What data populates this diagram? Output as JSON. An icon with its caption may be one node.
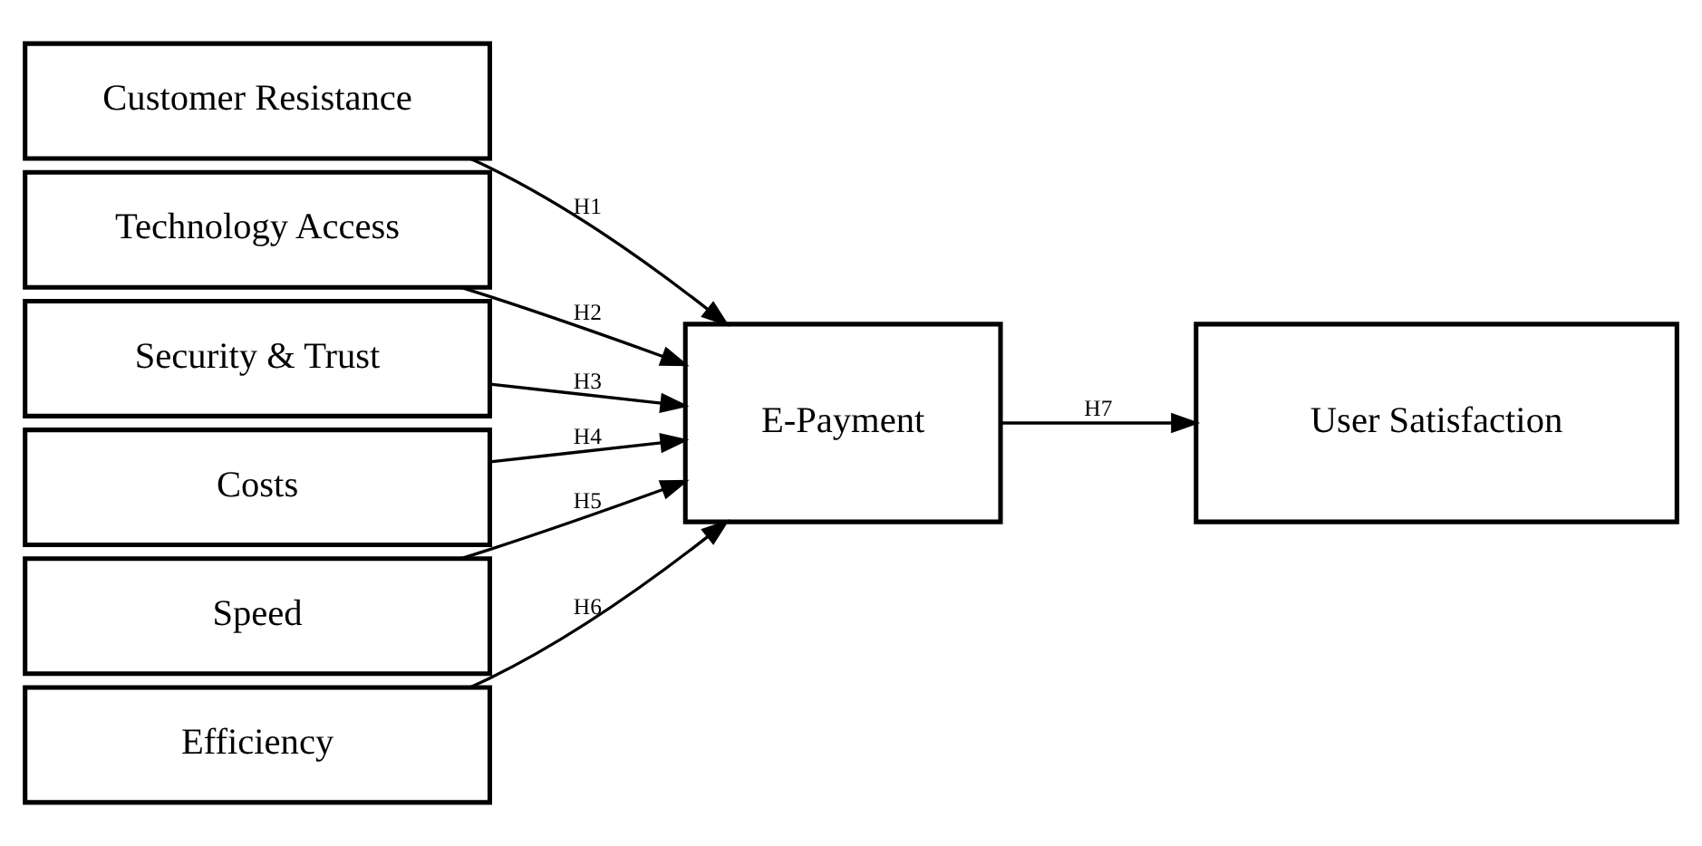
{
  "diagram": {
    "nodes": [
      {
        "text": [
          "Customer Resistance"
        ]
      },
      {
        "text": [
          "Technology Access"
        ]
      },
      {
        "text": [
          "Security & Trust"
        ]
      },
      {
        "text": [
          "Costs"
        ]
      },
      {
        "text": [
          "Speed"
        ]
      },
      {
        "text": [
          "Efficiency"
        ]
      },
      {
        "text": [
          "E-Payment"
        ]
      },
      {
        "text": [
          "User Satisfaction"
        ]
      }
    ],
    "edges": [
      {
        "from": 0,
        "to": 6,
        "arrow": "to",
        "label": "H1"
      },
      {
        "from": 1,
        "to": 6,
        "arrow": "to",
        "label": "H2"
      },
      {
        "from": 2,
        "to": 6,
        "arrow": "to",
        "label": "H3"
      },
      {
        "from": 3,
        "to": 6,
        "arrow": "to",
        "label": "H4"
      },
      {
        "from": 4,
        "to": 6,
        "arrow": "to",
        "label": "H5"
      },
      {
        "from": 5,
        "to": 6,
        "arrow": "to",
        "label": "H6"
      },
      {
        "from": 6,
        "to": 7,
        "arrow": "to",
        "label": "H7"
      }
    ]
  }
}
